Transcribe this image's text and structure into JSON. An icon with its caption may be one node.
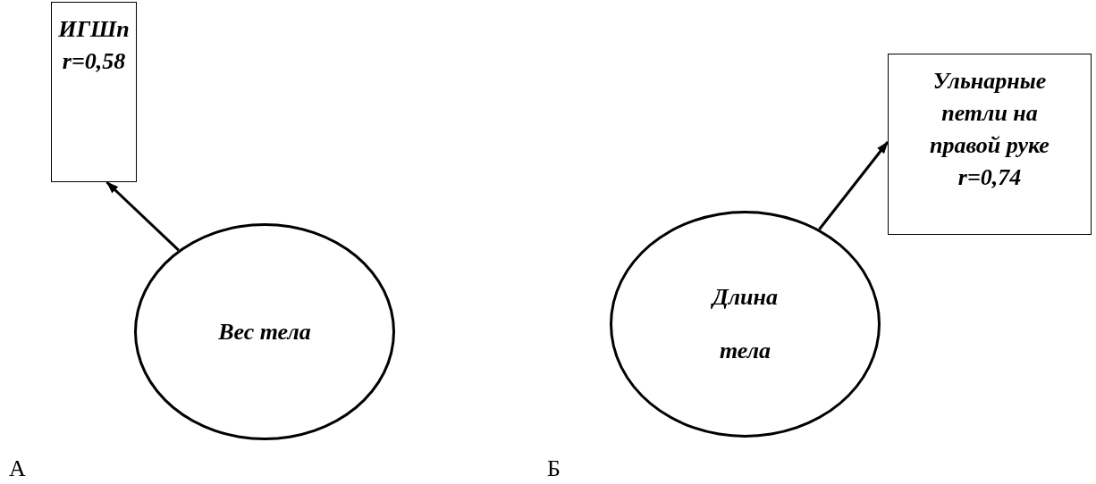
{
  "diagram": {
    "nodes": [
      {
        "text": [
          "ИГШп",
          "r=0,58"
        ]
      },
      {
        "text": [
          "Вес тела"
        ]
      },
      {
        "text": [
          "Длина тела"
        ]
      },
      {
        "text": [
          "Ульнарные петли на правой руке",
          "r=0,74"
        ]
      }
    ],
    "edges": [
      {
        "from": 1,
        "to": 0,
        "arrow": "to"
      },
      {
        "from": 2,
        "to": 3,
        "arrow": "to"
      }
    ],
    "labels": [
      "А",
      "Б"
    ]
  }
}
